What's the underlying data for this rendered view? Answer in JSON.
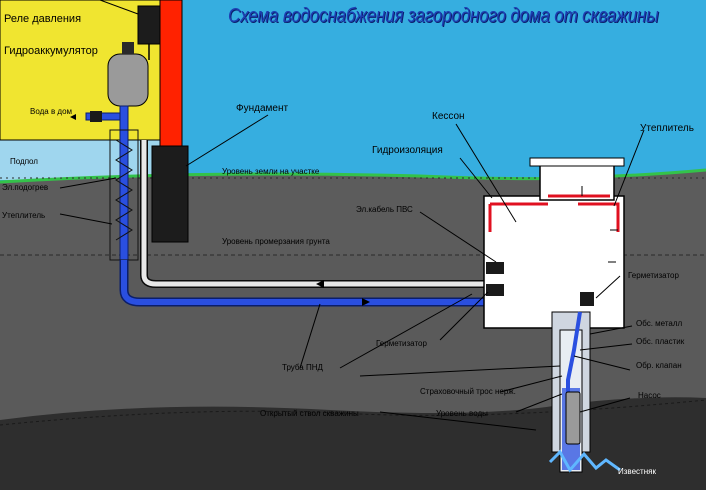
{
  "title": "Схема водоснабжения загородного дома от скважины",
  "labels": {
    "pressure_relay": "Реле давления",
    "accumulator": "Гидроаккумулятор",
    "water_to_house": "Вода в дом",
    "foundation": "Фундамент",
    "caisson": "Кессон",
    "insulation": "Утеплитель",
    "waterproofing": "Гидроизоляция",
    "basement": "Подпол",
    "ground_level": "Уровень земли на участке",
    "el_heating": "Эл.подогрев",
    "insulation_left": "Утеплитель",
    "pvs_cable": "Эл.кабель ПВС",
    "frost_level": "Уровень промерзания грунта",
    "sealant_top": "Герметизатор",
    "sealant_bottom": "Герметизатор",
    "casing_metal": "Обс. металл",
    "casing_plastic": "Обс. пластик",
    "check_valve": "Обр. клапан",
    "pnd_pipe": "Труба ПНД",
    "safety_cable": "Страховочный трос нерж.",
    "pump": "Насос",
    "water_level": "Уровень воды",
    "open_borehole": "Открытый ствол скважины",
    "limestone": "Известняк"
  },
  "colors": {
    "sky": "#36aee0",
    "house_wall": "#f0e530",
    "foundation": "#1c1c1c",
    "red_post": "#ff2200",
    "grass": "#34c24a",
    "soil": "#5c5c5c",
    "soil_dark": "#3a3a3a",
    "pipe_blue": "#2a4fe0",
    "caisson": "#ffffff",
    "title": "#1d3fb3"
  }
}
